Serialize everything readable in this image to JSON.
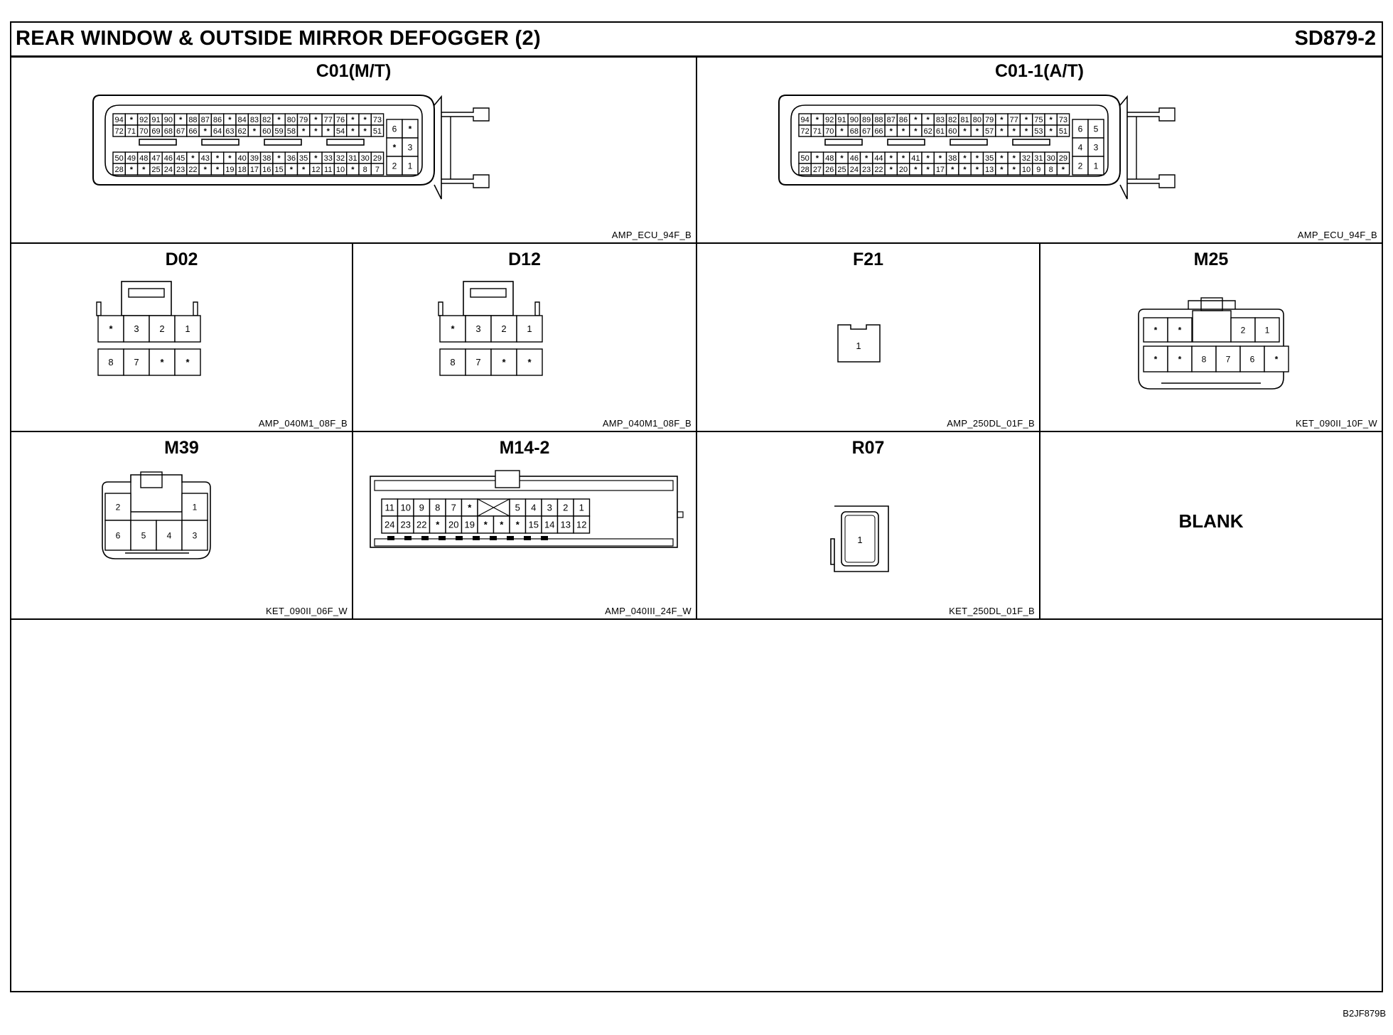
{
  "title": "REAR WINDOW & OUTSIDE MIRROR DEFOGGER (2)",
  "code": "SD879-2",
  "figure_id": "B2JF879B",
  "connectors": {
    "c01": {
      "label": "C01(M/T)",
      "type": "AMP_ECU_94F_B",
      "rows": [
        [
          "94",
          "*",
          "92",
          "91",
          "90",
          "*",
          "88",
          "87",
          "86",
          "*",
          "84",
          "83",
          "82",
          "*",
          "80",
          "79",
          "*",
          "77",
          "76",
          "*",
          "*",
          "73"
        ],
        [
          "72",
          "71",
          "70",
          "69",
          "68",
          "67",
          "66",
          "*",
          "64",
          "63",
          "62",
          "*",
          "60",
          "59",
          "58",
          "*",
          "*",
          "*",
          "54",
          "*",
          "*",
          "51"
        ],
        [
          "50",
          "49",
          "48",
          "47",
          "46",
          "45",
          "*",
          "43",
          "*",
          "*",
          "40",
          "39",
          "38",
          "*",
          "36",
          "35",
          "*",
          "33",
          "32",
          "31",
          "30",
          "29"
        ],
        [
          "28",
          "*",
          "*",
          "25",
          "24",
          "23",
          "22",
          "*",
          "*",
          "19",
          "18",
          "17",
          "16",
          "15",
          "*",
          "*",
          "12",
          "11",
          "10",
          "*",
          "8",
          "7"
        ]
      ],
      "side": [
        [
          "6",
          "*"
        ],
        [
          "*",
          "3"
        ],
        [
          "2",
          "1"
        ]
      ]
    },
    "c01_1": {
      "label": "C01-1(A/T)",
      "type": "AMP_ECU_94F_B",
      "rows": [
        [
          "94",
          "*",
          "92",
          "91",
          "90",
          "89",
          "88",
          "87",
          "86",
          "*",
          "*",
          "83",
          "82",
          "81",
          "80",
          "79",
          "*",
          "77",
          "*",
          "75",
          "*",
          "73"
        ],
        [
          "72",
          "71",
          "70",
          "*",
          "68",
          "67",
          "66",
          "*",
          "*",
          "*",
          "62",
          "61",
          "60",
          "*",
          "*",
          "57",
          "*",
          "*",
          "*",
          "53",
          "*",
          "51"
        ],
        [
          "50",
          "*",
          "48",
          "*",
          "46",
          "*",
          "44",
          "*",
          "*",
          "41",
          "*",
          "*",
          "38",
          "*",
          "*",
          "35",
          "*",
          "*",
          "32",
          "31",
          "30",
          "29"
        ],
        [
          "28",
          "27",
          "26",
          "25",
          "24",
          "23",
          "22",
          "*",
          "20",
          "*",
          "*",
          "17",
          "*",
          "*",
          "*",
          "13",
          "*",
          "*",
          "10",
          "9",
          "8",
          "*"
        ]
      ],
      "side": [
        [
          "6",
          "5"
        ],
        [
          "4",
          "3"
        ],
        [
          "2",
          "1"
        ]
      ]
    },
    "d02": {
      "label": "D02",
      "type": "AMP_040M1_08F_B",
      "top": [
        "*",
        "3",
        "2",
        "1"
      ],
      "bottom": [
        "8",
        "7",
        "*",
        "*"
      ]
    },
    "d12": {
      "label": "D12",
      "type": "AMP_040M1_08F_B",
      "top": [
        "*",
        "3",
        "2",
        "1"
      ],
      "bottom": [
        "8",
        "7",
        "*",
        "*"
      ]
    },
    "f21": {
      "label": "F21",
      "type": "AMP_250DL_01F_B",
      "pin": "1"
    },
    "m25": {
      "label": "M25",
      "type": "KET_090II_10F_W",
      "top_left": [
        "*",
        "*"
      ],
      "top_right": [
        "2",
        "1"
      ],
      "bottom": [
        "*",
        "*",
        "8",
        "7",
        "6",
        "*"
      ]
    },
    "m39": {
      "label": "M39",
      "type": "KET_090II_06F_W",
      "top": [
        "2",
        "1"
      ],
      "bottom": [
        "6",
        "5",
        "4",
        "3"
      ]
    },
    "m14_2": {
      "label": "M14-2",
      "type": "AMP_040III_24F_W",
      "top_left": [
        "11",
        "10",
        "9",
        "8",
        "7",
        "*"
      ],
      "top_right": [
        "5",
        "4",
        "3",
        "2",
        "1"
      ],
      "bottom": [
        "24",
        "23",
        "22",
        "*",
        "20",
        "19",
        "*",
        "*",
        "*",
        "15",
        "14",
        "13",
        "12"
      ]
    },
    "r07": {
      "label": "R07",
      "type": "KET_250DL_01F_B",
      "pin": "1"
    },
    "blank": {
      "label": "BLANK"
    }
  }
}
